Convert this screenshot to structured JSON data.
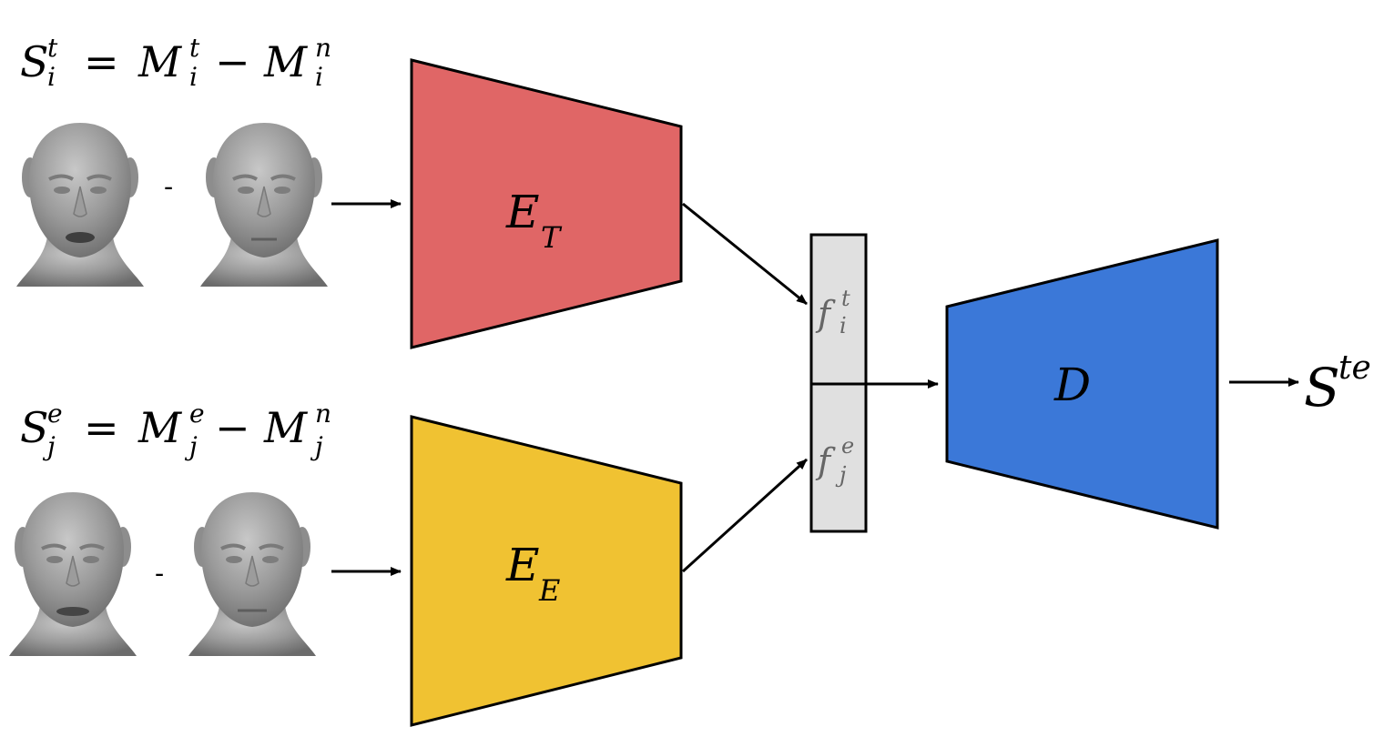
{
  "equations": {
    "top": {
      "S": "S",
      "S_sup": "t",
      "S_sub": "i",
      "eq": "=",
      "M1": "M",
      "M1_sup": "t",
      "M1_sub": "i",
      "minus": "−",
      "M2": "M",
      "M2_sup": "n",
      "M2_sub": "i"
    },
    "bottom": {
      "S": "S",
      "S_sup": "e",
      "S_sub": "j",
      "eq": "=",
      "M1": "M",
      "M1_sup": "e",
      "M1_sub": "j",
      "minus": "−",
      "M2": "M",
      "M2_sup": "n",
      "M2_sub": "j"
    }
  },
  "face_pairs": {
    "top_minus": "-",
    "bottom_minus": "-"
  },
  "encoders": {
    "texture": {
      "label": "E",
      "sub": "T",
      "color": "#e06666"
    },
    "expression": {
      "label": "E",
      "sub": "E",
      "color": "#f0c232"
    }
  },
  "latent": {
    "top": {
      "label": "f",
      "sup": "t",
      "sub": "i"
    },
    "bottom": {
      "label": "f",
      "sup": "e",
      "sub": "j"
    },
    "color": "#e0e0e0"
  },
  "decoder": {
    "label": "D",
    "color": "#3b78d8"
  },
  "output": {
    "label": "S",
    "sup": "te"
  }
}
